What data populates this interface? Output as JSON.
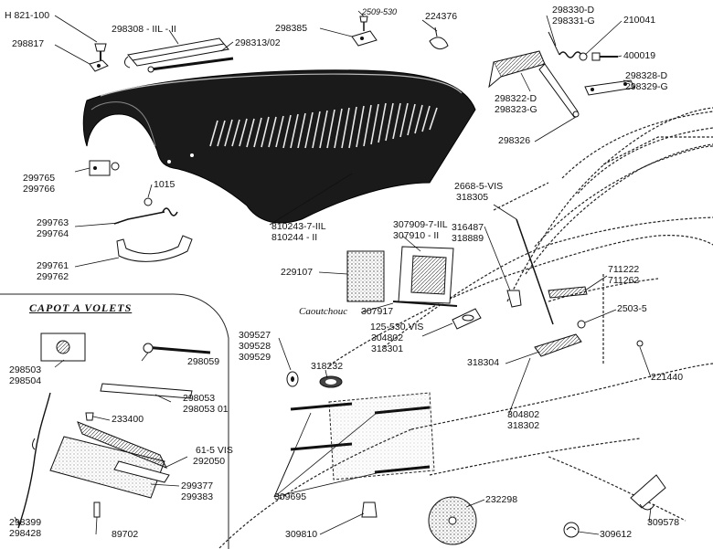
{
  "inset_title": "CAPOT A VOLETS",
  "material_label": "Caoutchouc",
  "parts": {
    "p_h821100": "H 821-100",
    "p_298308": "298308 - IIL - II",
    "p_298313": "298313/02",
    "p_298385": "298385",
    "p_2509": "2509-530",
    "p_224376": "224376",
    "p_298330": "298330-D",
    "p_298331": "298331-G",
    "p_210041": "210041",
    "p_400019": "400019",
    "p_298328": "298328-D",
    "p_298329": "298329-G",
    "p_298322": "298322-D",
    "p_298323": "298323-G",
    "p_298326": "298326",
    "p_298817": "298817",
    "p_299765": "299765",
    "p_299766": "299766",
    "p_1015": "1015",
    "p_299763": "299763",
    "p_299764": "299764",
    "p_299761": "299761",
    "p_299762": "299762",
    "p_810243": "810243-7-IIL",
    "p_810244": "810244 - II",
    "p_2668": "2668-5-VIS",
    "p_318305": "318305",
    "p_307909": "307909-7-IIL",
    "p_307910": "307910 - II",
    "p_316487": "316487",
    "p_318889": "318889",
    "p_229107": "229107",
    "p_307917": "307917",
    "p_711222": "711222",
    "p_711262": "711262",
    "p_2503": "2503-5",
    "p_125530": "125-530 VIS",
    "p_304802a": "304802",
    "p_318301": "318301",
    "p_309527": "309527",
    "p_309528": "309528",
    "p_309529": "309529",
    "p_318232": "318232",
    "p_318304": "318304",
    "p_221440": "221440",
    "p_304802b": "304802",
    "p_318302": "318302",
    "p_298503": "298503",
    "p_298504": "298504",
    "p_298059": "298059",
    "p_298053": "298053",
    "p_29805301": "298053 01",
    "p_233400": "233400",
    "p_615": "61-5 VIS",
    "p_292050": "292050",
    "p_298399": "298399",
    "p_298428": "298428",
    "p_299377": "299377",
    "p_299383": "299383",
    "p_89702": "89702",
    "p_309695": "309695",
    "p_309810": "309810",
    "p_232298": "232298",
    "p_309612": "309612",
    "p_309578": "309578"
  }
}
